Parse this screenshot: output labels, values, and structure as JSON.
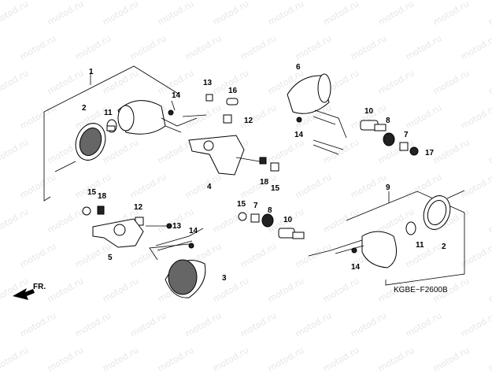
{
  "watermark": "motod.ru",
  "diagram_code": "KGBE−F2600B",
  "direction_label": "FR.",
  "callouts": {
    "c1": "1",
    "c2a": "2",
    "c2b": "2",
    "c3": "3",
    "c4": "4",
    "c5": "5",
    "c6": "6",
    "c7a": "7",
    "c7b": "7",
    "c8a": "8",
    "c8b": "8",
    "c9": "9",
    "c10a": "10",
    "c10b": "10",
    "c11a": "11",
    "c11b": "11",
    "c12a": "12",
    "c12b": "12",
    "c13a": "13",
    "c13b": "13",
    "c14a": "14",
    "c14b": "14",
    "c14c": "14",
    "c14d": "14",
    "c15a": "15",
    "c15b": "15",
    "c16": "16",
    "c17": "17",
    "c18a": "18",
    "c18b": "18"
  }
}
